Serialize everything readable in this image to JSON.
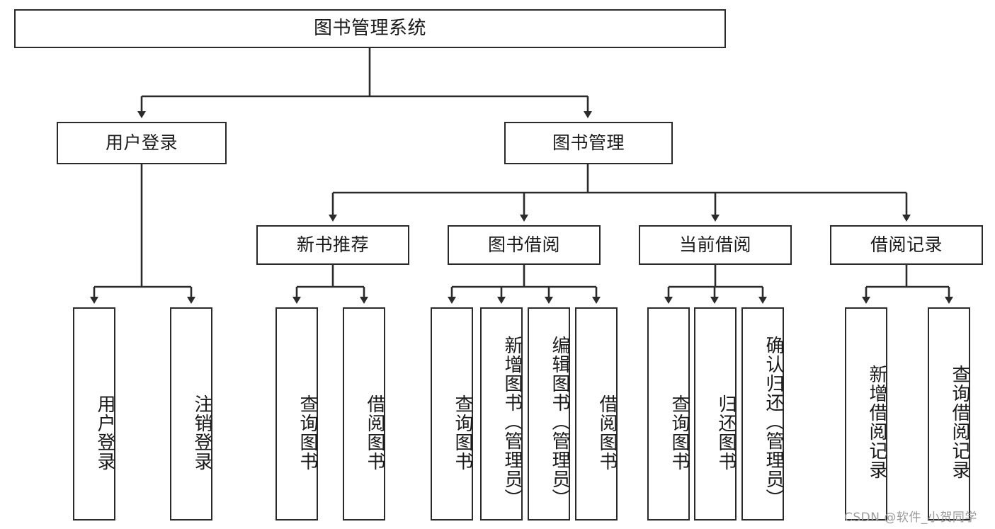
{
  "diagram": {
    "title": "图书管理系统",
    "type": "function-structure-tree",
    "root": {
      "label": "图书管理系统"
    },
    "level1": [
      {
        "label": "用户登录"
      },
      {
        "label": "图书管理"
      }
    ],
    "level2": [
      {
        "label": "新书推荐"
      },
      {
        "label": "图书借阅"
      },
      {
        "label": "当前借阅"
      },
      {
        "label": "借阅记录"
      }
    ],
    "leaves": {
      "user_login": [
        {
          "label": "用户登录"
        },
        {
          "label": "注销登录"
        }
      ],
      "new_book_recommend": [
        {
          "label": "查询图书"
        },
        {
          "label": "借阅图书"
        }
      ],
      "book_borrow": [
        {
          "label": "查询图书"
        },
        {
          "label": "新增图书（管理员）"
        },
        {
          "label": "编辑图书（管理员）"
        },
        {
          "label": "借阅图书"
        }
      ],
      "current_borrow": [
        {
          "label": "查询图书"
        },
        {
          "label": "归还图书"
        },
        {
          "label": "确认归还（管理员）"
        }
      ],
      "borrow_record": [
        {
          "label": "新增借阅记录"
        },
        {
          "label": "查询借阅记录"
        }
      ]
    }
  },
  "watermark": {
    "text": "CSDN @软件_小贺同学"
  },
  "colors": {
    "stroke": "#2b2b2b",
    "background": "#ffffff",
    "text": "#1a1a1a",
    "watermark": "#9a9a9a"
  }
}
